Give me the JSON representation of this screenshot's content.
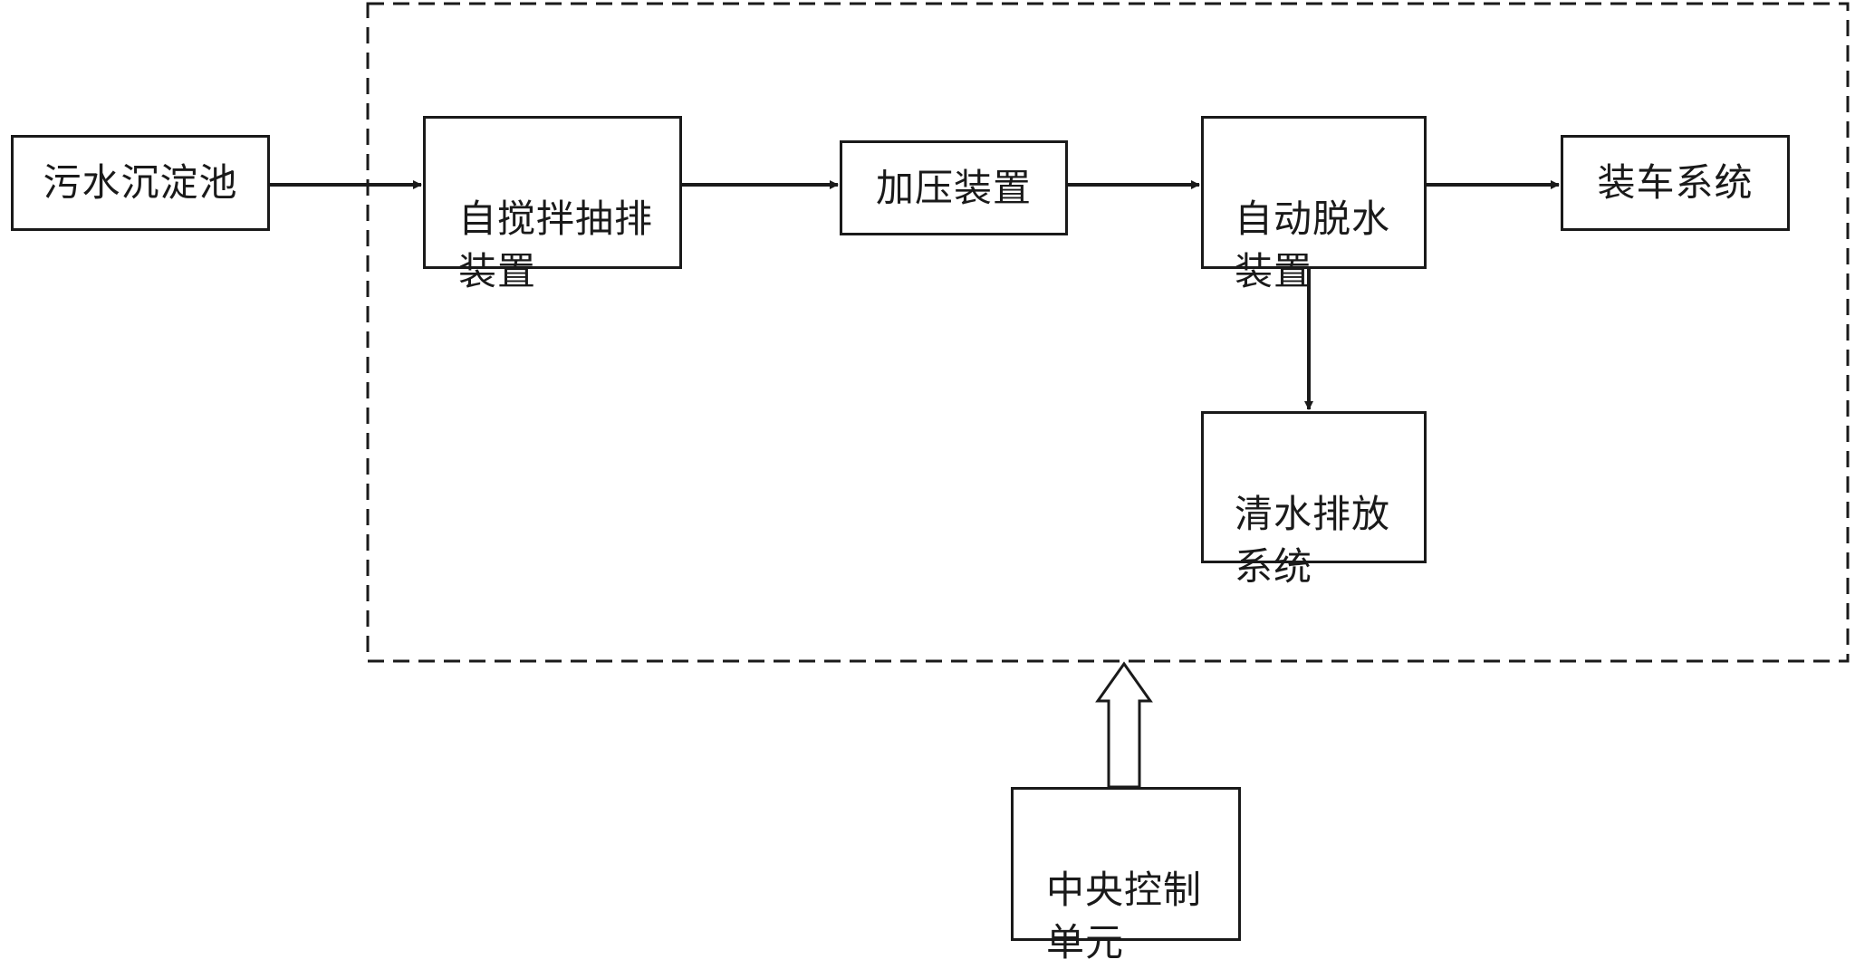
{
  "diagram": {
    "nodes": {
      "sewage_pool": "污水沉淀池",
      "stir_pump": "自搅拌抽排\n装置",
      "pressurize": "加压装置",
      "auto_dewater": "自动脱水\n装置",
      "loading_system": "装车系统",
      "clear_water_discharge": "清水排放\n系统",
      "central_control": "中央控制\n单元"
    },
    "edges": [
      {
        "from": "sewage_pool",
        "to": "stir_pump"
      },
      {
        "from": "stir_pump",
        "to": "pressurize"
      },
      {
        "from": "pressurize",
        "to": "auto_dewater"
      },
      {
        "from": "auto_dewater",
        "to": "loading_system"
      },
      {
        "from": "auto_dewater",
        "to": "clear_water_discharge"
      },
      {
        "from": "central_control",
        "to": "system_boundary"
      }
    ],
    "colors": {
      "line": "#1a1a1a",
      "background": "#ffffff"
    }
  }
}
